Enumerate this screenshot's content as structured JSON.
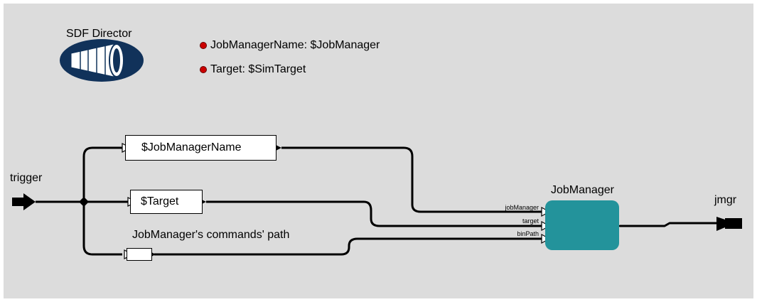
{
  "director": {
    "label": "SDF Director",
    "icon": "sdf-director-icon"
  },
  "parameters": [
    {
      "label": "JobManagerName: $JobManager"
    },
    {
      "label": "Target: $SimTarget"
    }
  ],
  "ports": {
    "input": {
      "label": "trigger",
      "icon": "input-port-icon"
    },
    "output": {
      "label": "jmgr",
      "icon": "output-port-icon"
    }
  },
  "actors": {
    "jobmanager_name": {
      "label": "$JobManagerName"
    },
    "target": {
      "label": "$Target"
    },
    "commands_path": {
      "label": "JobManager's commands' path"
    },
    "jobmanager": {
      "label": "JobManager",
      "ports": [
        "jobManager",
        "target",
        "binPath"
      ]
    }
  },
  "colors": {
    "canvas": "#dcdcdc",
    "director": "#11325a",
    "actor": "#23939b",
    "parameter_dot": "#cc0000"
  }
}
